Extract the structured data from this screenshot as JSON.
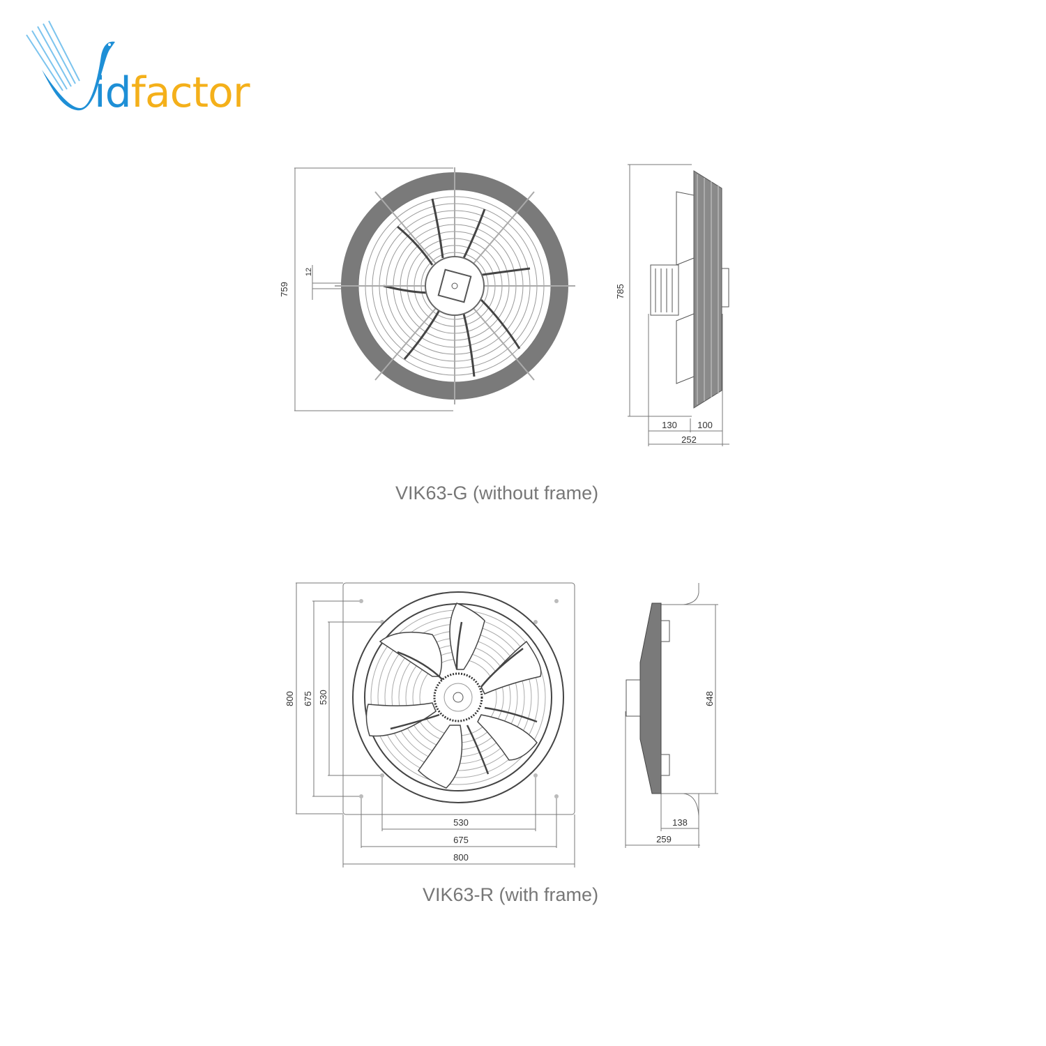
{
  "brand": {
    "name": "Vidfactor",
    "letter_v": "V",
    "part_id": "id",
    "part_factor": "factor",
    "colors": {
      "blue": "#1e8fd6",
      "orange": "#f4b01a"
    }
  },
  "drawings": [
    {
      "model": "VIK63-G",
      "caption": "VIK63-G (without frame)",
      "front_view": {
        "dimensions": {
          "height": "759",
          "mount_hole": "12"
        }
      },
      "side_view": {
        "dimensions": {
          "height": "785",
          "depth_motor": "130",
          "depth_guard": "100",
          "total_depth": "252"
        }
      }
    },
    {
      "model": "VIK63-R",
      "caption": "VIK63-R (with frame)",
      "front_view": {
        "dimensions": {
          "frame_height": "800",
          "hole_height_outer": "675",
          "hole_height_inner": "530",
          "hole_width_inner": "530",
          "hole_width_outer": "675",
          "frame_width": "800"
        }
      },
      "side_view": {
        "dimensions": {
          "height": "648",
          "depth_front": "138",
          "total_depth": "259"
        }
      }
    }
  ],
  "colors": {
    "line": "#555555",
    "ring": "#7a7a7a",
    "caption": "#777777"
  }
}
